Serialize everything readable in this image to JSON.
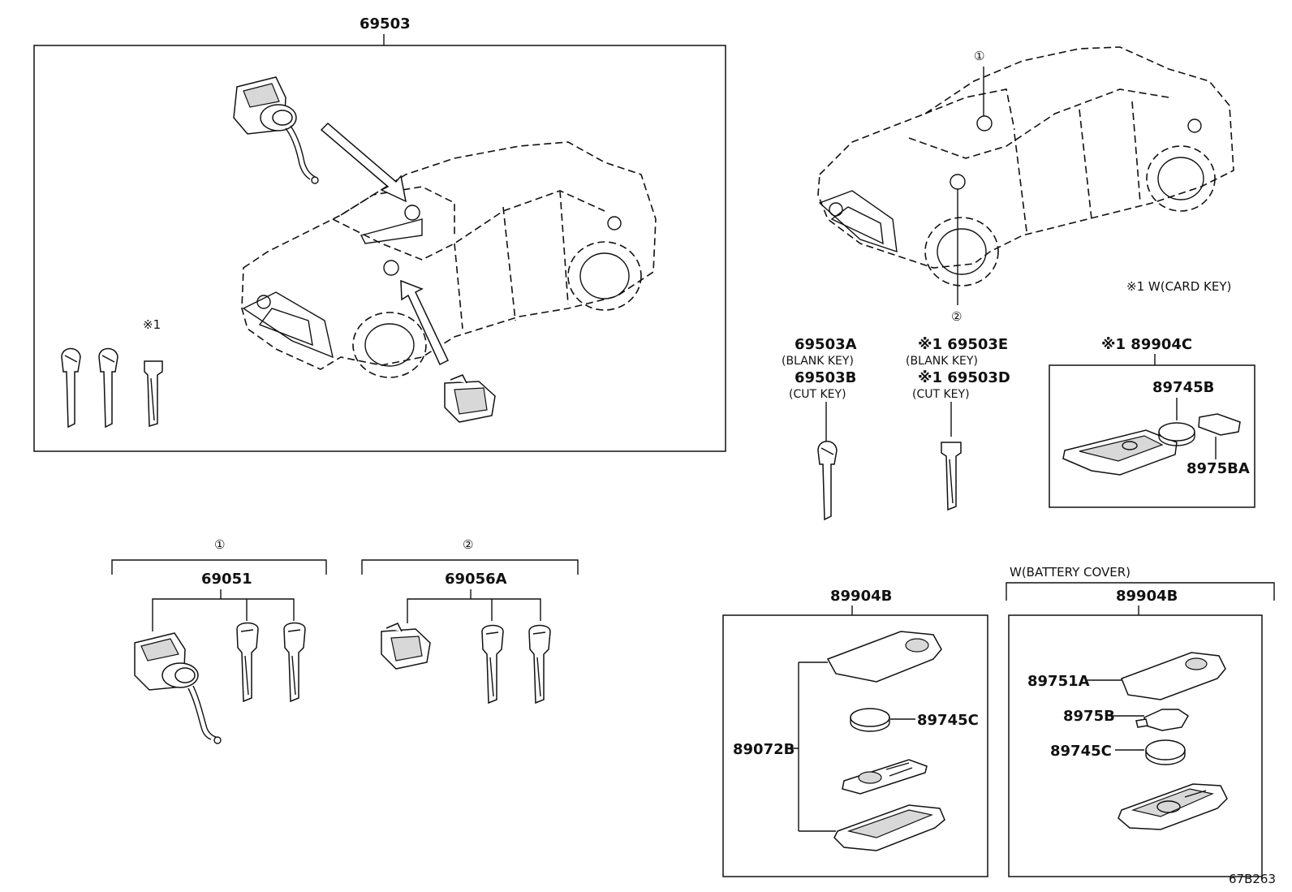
{
  "diagram_id": "67B263",
  "parts": {
    "top_assembly": "69503",
    "note_mark": "※1",
    "card_key_note": "※1 W(CARD KEY)",
    "key_69503A": "69503A",
    "blank_key": "(BLANK KEY)",
    "key_69503B": "69503B",
    "cut_key": "(CUT KEY)",
    "key_69503E": "※1 69503E",
    "key_69503D": "※1 69503D",
    "card_89904C": "※1 89904C",
    "battery_89745B": "89745B",
    "cover_8975BA": "8975BA",
    "callout_1": "①",
    "callout_2": "②",
    "cylinder_69051": "69051",
    "cylinder_69056A": "69056A",
    "battery_cover_note": "W(BATTERY COVER)",
    "fob_89904B": "89904B",
    "transmitter_89072B": "89072B",
    "battery_89745C": "89745C",
    "case_89751A": "89751A",
    "cover_8975B": "8975B"
  },
  "colors": {
    "line": "#111111",
    "background": "#ffffff"
  }
}
